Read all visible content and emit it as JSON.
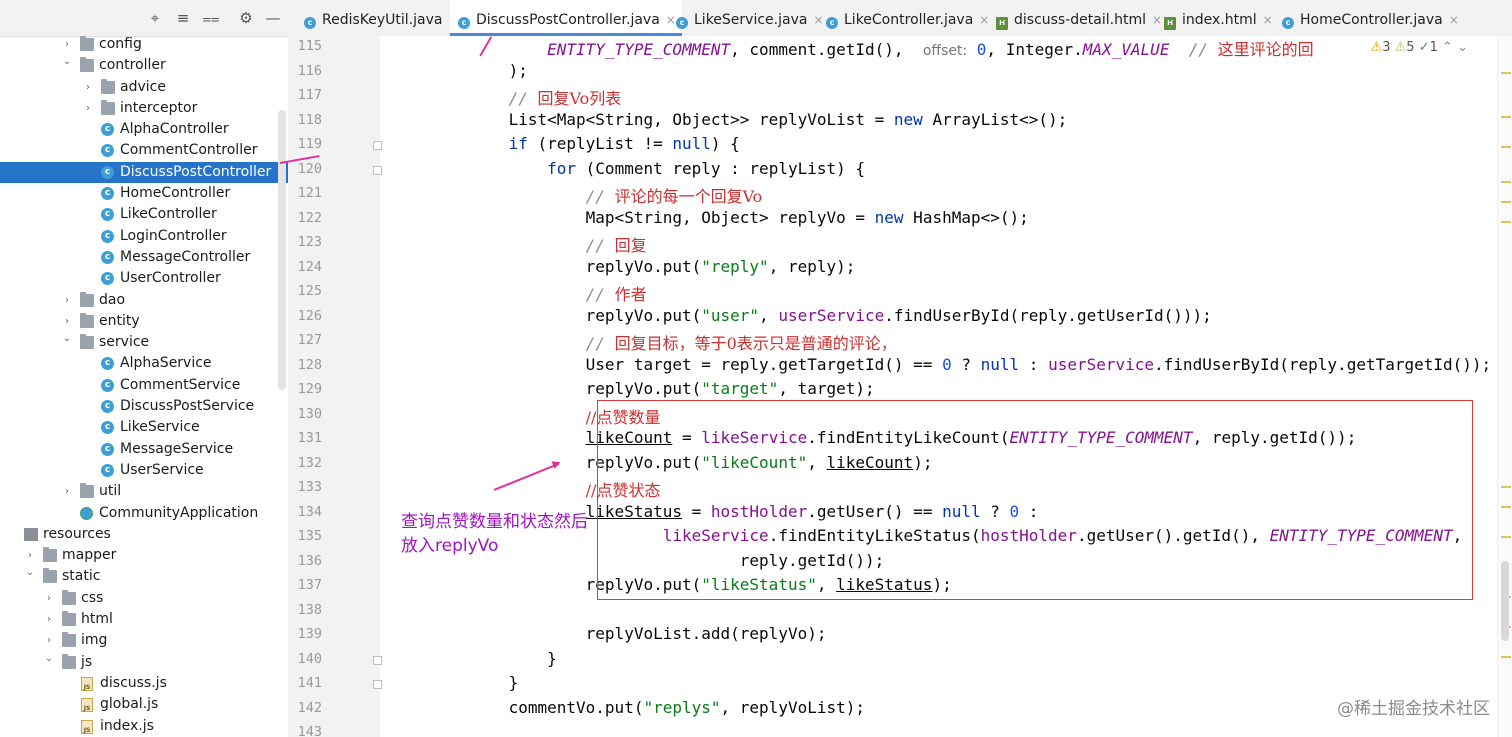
{
  "sidebar": {
    "toolbar": [
      "crosshair-icon",
      "expand-all-icon",
      "collapse-all-icon",
      "gear-icon",
      "minimize-icon"
    ],
    "tree": [
      {
        "label": "config",
        "kind": "folder",
        "depth": 4,
        "arrow": "›"
      },
      {
        "label": "controller",
        "kind": "folder",
        "depth": 4,
        "arrow": "⌄"
      },
      {
        "label": "advice",
        "kind": "folder",
        "depth": 5,
        "arrow": "›"
      },
      {
        "label": "interceptor",
        "kind": "folder",
        "depth": 5,
        "arrow": "›"
      },
      {
        "label": "AlphaController",
        "kind": "class",
        "depth": 5,
        "arrow": ""
      },
      {
        "label": "CommentController",
        "kind": "class",
        "depth": 5,
        "arrow": ""
      },
      {
        "label": "DiscussPostController",
        "kind": "class",
        "depth": 5,
        "arrow": "",
        "selected": true
      },
      {
        "label": "HomeController",
        "kind": "class",
        "depth": 5,
        "arrow": ""
      },
      {
        "label": "LikeController",
        "kind": "class",
        "depth": 5,
        "arrow": ""
      },
      {
        "label": "LoginController",
        "kind": "class",
        "depth": 5,
        "arrow": ""
      },
      {
        "label": "MessageController",
        "kind": "class",
        "depth": 5,
        "arrow": ""
      },
      {
        "label": "UserController",
        "kind": "class",
        "depth": 5,
        "arrow": ""
      },
      {
        "label": "dao",
        "kind": "folder",
        "depth": 4,
        "arrow": "›"
      },
      {
        "label": "entity",
        "kind": "folder",
        "depth": 4,
        "arrow": "›"
      },
      {
        "label": "service",
        "kind": "folder",
        "depth": 4,
        "arrow": "⌄"
      },
      {
        "label": "AlphaService",
        "kind": "class",
        "depth": 5,
        "arrow": ""
      },
      {
        "label": "CommentService",
        "kind": "class",
        "depth": 5,
        "arrow": ""
      },
      {
        "label": "DiscussPostService",
        "kind": "class",
        "depth": 5,
        "arrow": ""
      },
      {
        "label": "LikeService",
        "kind": "class",
        "depth": 5,
        "arrow": ""
      },
      {
        "label": "MessageService",
        "kind": "class",
        "depth": 5,
        "arrow": ""
      },
      {
        "label": "UserService",
        "kind": "class",
        "depth": 5,
        "arrow": ""
      },
      {
        "label": "util",
        "kind": "folder",
        "depth": 4,
        "arrow": "›"
      },
      {
        "label": "CommunityApplication",
        "kind": "app",
        "depth": 4,
        "arrow": ""
      },
      {
        "label": "resources",
        "kind": "res",
        "depth": 0,
        "arrow": ""
      },
      {
        "label": "mapper",
        "kind": "folder",
        "depth": 1,
        "arrow": "›"
      },
      {
        "label": "static",
        "kind": "folder",
        "depth": 1,
        "arrow": "⌄"
      },
      {
        "label": "css",
        "kind": "folder",
        "depth": 2,
        "arrow": "›"
      },
      {
        "label": "html",
        "kind": "folder",
        "depth": 2,
        "arrow": "›"
      },
      {
        "label": "img",
        "kind": "folder",
        "depth": 2,
        "arrow": "›"
      },
      {
        "label": "js",
        "kind": "folder",
        "depth": 2,
        "arrow": "⌄"
      },
      {
        "label": "discuss.js",
        "kind": "js",
        "depth": 3,
        "arrow": ""
      },
      {
        "label": "global.js",
        "kind": "js",
        "depth": 3,
        "arrow": ""
      },
      {
        "label": "index.js",
        "kind": "js",
        "depth": 3,
        "arrow": ""
      }
    ]
  },
  "tabs": [
    {
      "label": "RedisKeyUtil.java",
      "icon": "class"
    },
    {
      "label": "DiscussPostController.java",
      "icon": "class",
      "active": true
    },
    {
      "label": "LikeService.java",
      "icon": "class"
    },
    {
      "label": "LikeController.java",
      "icon": "class"
    },
    {
      "label": "discuss-detail.html",
      "icon": "html"
    },
    {
      "label": "index.html",
      "icon": "html"
    },
    {
      "label": "HomeController.java",
      "icon": "class"
    }
  ],
  "inspection": {
    "warnings": "3",
    "weak_warnings": "5",
    "ok": "1"
  },
  "line_numbers": [
    "115",
    "116",
    "117",
    "118",
    "119",
    "120",
    "121",
    "122",
    "123",
    "124",
    "125",
    "126",
    "127",
    "128",
    "129",
    "130",
    "131",
    "132",
    "133",
    "134",
    "135",
    "136",
    "137",
    "138",
    "139",
    "140",
    "141",
    "142",
    "143"
  ],
  "code_lines": [
    [
      {
        "t": "                ",
        "c": ""
      },
      {
        "t": "ENTITY_TYPE_COMMENT",
        "c": "const"
      },
      {
        "t": ", comment.getId(),  ",
        "c": ""
      },
      {
        "t": "offset:",
        "c": "hint"
      },
      {
        "t": " ",
        "c": ""
      },
      {
        "t": "0",
        "c": "num"
      },
      {
        "t": ", Integer.",
        "c": ""
      },
      {
        "t": "MAX_VALUE",
        "c": "const"
      },
      {
        "t": "  ",
        "c": ""
      },
      {
        "t": "// ",
        "c": "cmt"
      },
      {
        "t": "这里评论的回",
        "c": "cmt-cn"
      }
    ],
    [
      {
        "t": "            );",
        "c": ""
      }
    ],
    [
      {
        "t": "            ",
        "c": ""
      },
      {
        "t": "// ",
        "c": "cmt"
      },
      {
        "t": "回复Vo列表",
        "c": "cmt-cn"
      }
    ],
    [
      {
        "t": "            List<Map<String, Object>> replyVoList = ",
        "c": ""
      },
      {
        "t": "new",
        "c": "kw"
      },
      {
        "t": " ArrayList<>();",
        "c": ""
      }
    ],
    [
      {
        "t": "            ",
        "c": ""
      },
      {
        "t": "if",
        "c": "kw"
      },
      {
        "t": " (replyList != ",
        "c": ""
      },
      {
        "t": "null",
        "c": "kw"
      },
      {
        "t": ") {",
        "c": ""
      }
    ],
    [
      {
        "t": "                ",
        "c": ""
      },
      {
        "t": "for",
        "c": "kw"
      },
      {
        "t": " (Comment reply : replyList) {",
        "c": ""
      }
    ],
    [
      {
        "t": "                    ",
        "c": ""
      },
      {
        "t": "// ",
        "c": "cmt"
      },
      {
        "t": "评论的每一个回复Vo",
        "c": "cmt-cn"
      }
    ],
    [
      {
        "t": "                    Map<String, Object> replyVo = ",
        "c": ""
      },
      {
        "t": "new",
        "c": "kw"
      },
      {
        "t": " HashMap<>();",
        "c": ""
      }
    ],
    [
      {
        "t": "                    ",
        "c": ""
      },
      {
        "t": "// ",
        "c": "cmt"
      },
      {
        "t": "回复",
        "c": "cmt-cn"
      }
    ],
    [
      {
        "t": "                    replyVo.put(",
        "c": ""
      },
      {
        "t": "\"reply\"",
        "c": "str"
      },
      {
        "t": ", reply);",
        "c": ""
      }
    ],
    [
      {
        "t": "                    ",
        "c": ""
      },
      {
        "t": "// ",
        "c": "cmt"
      },
      {
        "t": "作者",
        "c": "cmt-cn"
      }
    ],
    [
      {
        "t": "                    replyVo.put(",
        "c": ""
      },
      {
        "t": "\"user\"",
        "c": "str"
      },
      {
        "t": ", ",
        "c": ""
      },
      {
        "t": "userService",
        "c": "fld"
      },
      {
        "t": ".findUserById(reply.getUserId()));",
        "c": ""
      }
    ],
    [
      {
        "t": "                    ",
        "c": ""
      },
      {
        "t": "// ",
        "c": "cmt"
      },
      {
        "t": "回复目标，等于0表示只是普通的评论，",
        "c": "cmt-cn"
      }
    ],
    [
      {
        "t": "                    User target = reply.getTargetId() == ",
        "c": ""
      },
      {
        "t": "0",
        "c": "num"
      },
      {
        "t": " ? ",
        "c": ""
      },
      {
        "t": "null",
        "c": "kw"
      },
      {
        "t": " : ",
        "c": ""
      },
      {
        "t": "userService",
        "c": "fld"
      },
      {
        "t": ".findUserById(reply.getTargetId());",
        "c": ""
      }
    ],
    [
      {
        "t": "                    replyVo.put(",
        "c": ""
      },
      {
        "t": "\"target\"",
        "c": "str"
      },
      {
        "t": ", target);",
        "c": ""
      }
    ],
    [
      {
        "t": "                    ",
        "c": ""
      },
      {
        "t": "//点赞数量",
        "c": "cmt-cn"
      }
    ],
    [
      {
        "t": "                    ",
        "c": ""
      },
      {
        "t": "likeCount",
        "c": "ul"
      },
      {
        "t": " = ",
        "c": ""
      },
      {
        "t": "likeService",
        "c": "fld"
      },
      {
        "t": ".findEntityLikeCount(",
        "c": ""
      },
      {
        "t": "ENTITY_TYPE_COMMENT",
        "c": "const"
      },
      {
        "t": ", reply.getId());",
        "c": ""
      }
    ],
    [
      {
        "t": "                    replyVo.put(",
        "c": ""
      },
      {
        "t": "\"likeCount\"",
        "c": "str"
      },
      {
        "t": ", ",
        "c": ""
      },
      {
        "t": "likeCount",
        "c": "ul"
      },
      {
        "t": ");",
        "c": ""
      }
    ],
    [
      {
        "t": "                    ",
        "c": ""
      },
      {
        "t": "//点赞状态",
        "c": "cmt-cn"
      }
    ],
    [
      {
        "t": "                    ",
        "c": ""
      },
      {
        "t": "likeStatus",
        "c": "ul"
      },
      {
        "t": " = ",
        "c": ""
      },
      {
        "t": "hostHolder",
        "c": "fld"
      },
      {
        "t": ".getUser() == ",
        "c": ""
      },
      {
        "t": "null",
        "c": "kw"
      },
      {
        "t": " ? ",
        "c": ""
      },
      {
        "t": "0",
        "c": "num"
      },
      {
        "t": " :",
        "c": ""
      }
    ],
    [
      {
        "t": "                            ",
        "c": ""
      },
      {
        "t": "likeService",
        "c": "fld"
      },
      {
        "t": ".findEntityLikeStatus(",
        "c": ""
      },
      {
        "t": "hostHolder",
        "c": "fld"
      },
      {
        "t": ".getUser().getId(), ",
        "c": ""
      },
      {
        "t": "ENTITY_TYPE_COMMENT",
        "c": "const"
      },
      {
        "t": ",",
        "c": ""
      }
    ],
    [
      {
        "t": "                                    reply.getId());",
        "c": ""
      }
    ],
    [
      {
        "t": "                    replyVo.put(",
        "c": ""
      },
      {
        "t": "\"likeStatus\"",
        "c": "str"
      },
      {
        "t": ", ",
        "c": ""
      },
      {
        "t": "likeStatus",
        "c": "ul"
      },
      {
        "t": ");",
        "c": ""
      }
    ],
    [
      {
        "t": "",
        "c": ""
      }
    ],
    [
      {
        "t": "                    replyVoList.add(replyVo);",
        "c": ""
      }
    ],
    [
      {
        "t": "                }",
        "c": ""
      }
    ],
    [
      {
        "t": "            }",
        "c": ""
      }
    ],
    [
      {
        "t": "            commentVo.put(",
        "c": ""
      },
      {
        "t": "\"replys\"",
        "c": "str"
      },
      {
        "t": ", replyVoList);",
        "c": ""
      }
    ],
    [
      {
        "t": "",
        "c": ""
      }
    ]
  ],
  "annotation": {
    "line1": "查询点赞数量和状态然后",
    "line2": "放入replyVo"
  },
  "watermark": "@稀土掘金技术社区",
  "colors": {
    "selection": "#2674c9",
    "highlight_box": "#e0393e",
    "annotation": "#a014c8"
  }
}
